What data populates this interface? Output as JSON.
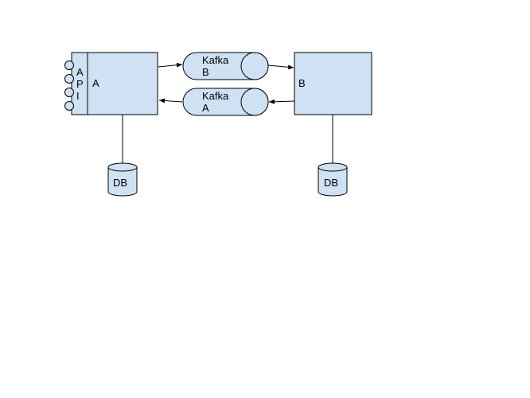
{
  "colors": {
    "fill": "#cfe2f3",
    "stroke": "#000000",
    "background": "#ffffff"
  },
  "service_a": {
    "api_letters": [
      "A",
      "P",
      "I"
    ],
    "label": "A"
  },
  "service_b": {
    "label": "B"
  },
  "queue_b": {
    "line1": "Kafka",
    "line2": "B"
  },
  "queue_a": {
    "line1": "Kafka",
    "line2": "A"
  },
  "db_a": {
    "label": "DB"
  },
  "db_b": {
    "label": "DB"
  }
}
